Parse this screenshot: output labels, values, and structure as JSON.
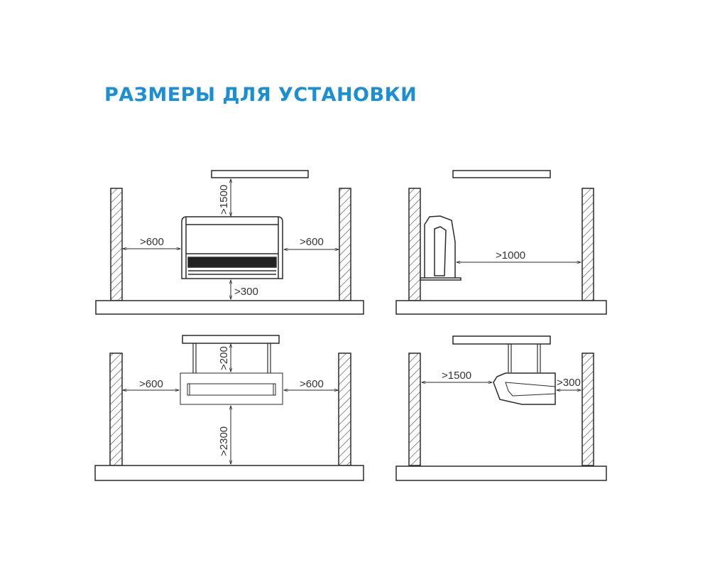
{
  "title": "РАЗМЕРЫ ДЛЯ УСТАНОВКИ",
  "colors": {
    "title": "#1a8fd6",
    "line": "#2a2a2a"
  },
  "diagrams": [
    {
      "id": "floor-ceiling-front",
      "dimensions": {
        "top": ">1500",
        "left": ">600",
        "right": ">600",
        "bottom": ">300"
      }
    },
    {
      "id": "floor-standing-side",
      "dimensions": {
        "front": ">1000"
      }
    },
    {
      "id": "ceiling-suspended-front",
      "dimensions": {
        "top": ">200",
        "left": ">600",
        "right": ">600",
        "bottom": ">2300"
      }
    },
    {
      "id": "ceiling-suspended-side",
      "dimensions": {
        "front": ">1500",
        "back": ">300"
      }
    }
  ]
}
